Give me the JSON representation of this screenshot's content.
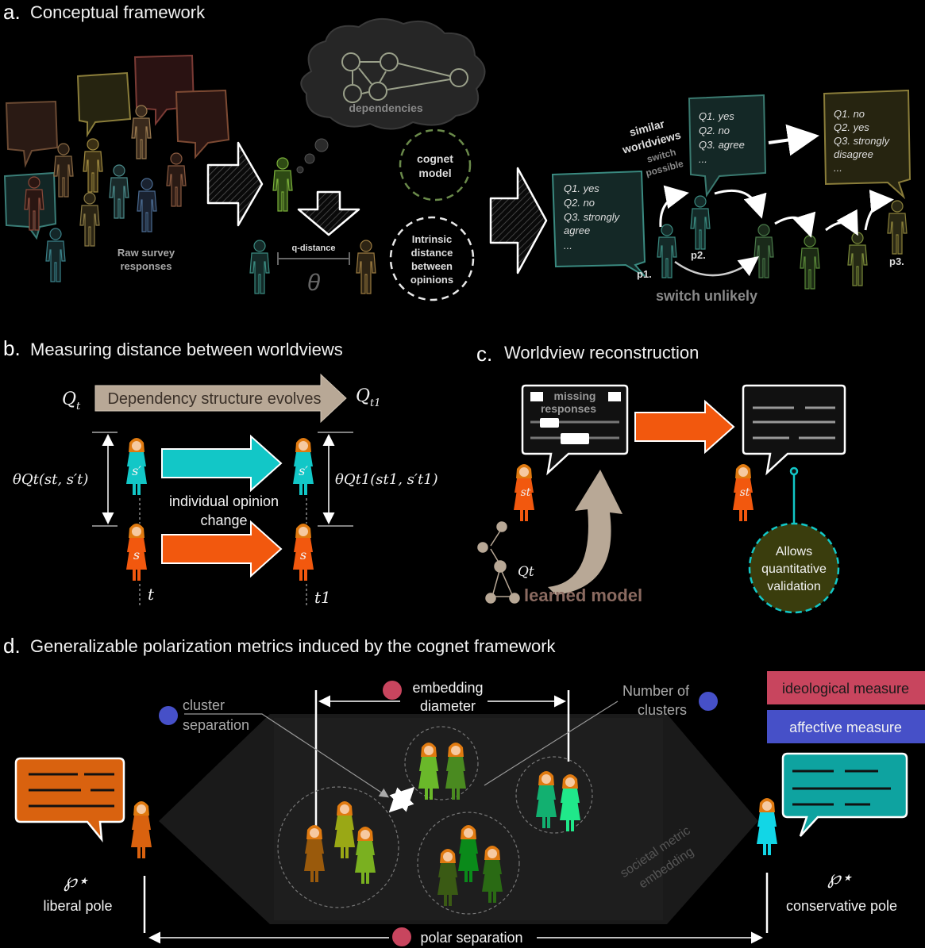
{
  "panel_a": {
    "letter": "a.",
    "title": "Conceptual framework",
    "raw_survey": [
      "Raw survey",
      "responses"
    ],
    "dependencies": "dependencies",
    "q_distance": "q-distance",
    "theta": "θ",
    "cognet_model": [
      "cognet",
      "model"
    ],
    "intrinsic": [
      "Intrinsic",
      "distance",
      "between",
      "opinions"
    ],
    "similar": [
      "similar",
      "worldviews"
    ],
    "switch_possible": [
      "switch",
      "possible"
    ],
    "bubble_p1": [
      "Q1. yes",
      "Q2. no",
      "Q3. strongly",
      "agree",
      "..."
    ],
    "bubble_p2": [
      "Q1. yes",
      "Q2. no",
      "Q3. agree",
      "..."
    ],
    "bubble_p3": [
      "Q1. no",
      "Q2. yes",
      "Q3. strongly",
      "disagree",
      "..."
    ],
    "p1": "p1.",
    "p2": "p2.",
    "p3": "p3.",
    "switch_unlikely": "switch unlikely"
  },
  "panel_b": {
    "letter": "b.",
    "title": "Measuring distance between worldviews",
    "q_t": "Q",
    "q_t_sub": "t",
    "q_t1": "Q",
    "q_t1_sub": "t1",
    "evolves": "Dependency structure evolves",
    "theta_left": "θQt(st, s′t)",
    "theta_right": "θQt1(st1, s′t1)",
    "individual": [
      "individual opinion",
      "change"
    ],
    "s_prime": "s′",
    "s": "s",
    "t": "t",
    "t1": "t1"
  },
  "panel_c": {
    "letter": "c.",
    "title": "Worldview reconstruction",
    "missing": [
      "missing",
      "responses"
    ],
    "learned": "learned model",
    "q_t": "Qt",
    "s_t": "st",
    "allows": [
      "Allows",
      "quantitative",
      "validation"
    ]
  },
  "panel_d": {
    "letter": "d.",
    "title": "Generalizable polarization metrics induced by the cognet framework",
    "embedding_diameter": [
      "embedding",
      "diameter"
    ],
    "cluster_separation": [
      "cluster",
      "separation"
    ],
    "number_clusters": [
      "Number of",
      "clusters"
    ],
    "ideological": "ideological measure",
    "affective": "affective measure",
    "societal": [
      "societal metric",
      "embedding"
    ],
    "liberal_symbol": "℘⋆",
    "liberal": "liberal pole",
    "conservative_symbol": "℘⋆",
    "conservative": "conservative pole",
    "polar_separation": "polar separation"
  },
  "colors": {
    "orange": "#f2580e",
    "teal": "#12c7c7",
    "tan": "#b8a896",
    "ideological": "#c8455e",
    "affective": "#4650c8",
    "liberal_bubble": "#d9620f",
    "conservative_bubble": "#0ea3a0",
    "validation": "#3a3d0d"
  }
}
